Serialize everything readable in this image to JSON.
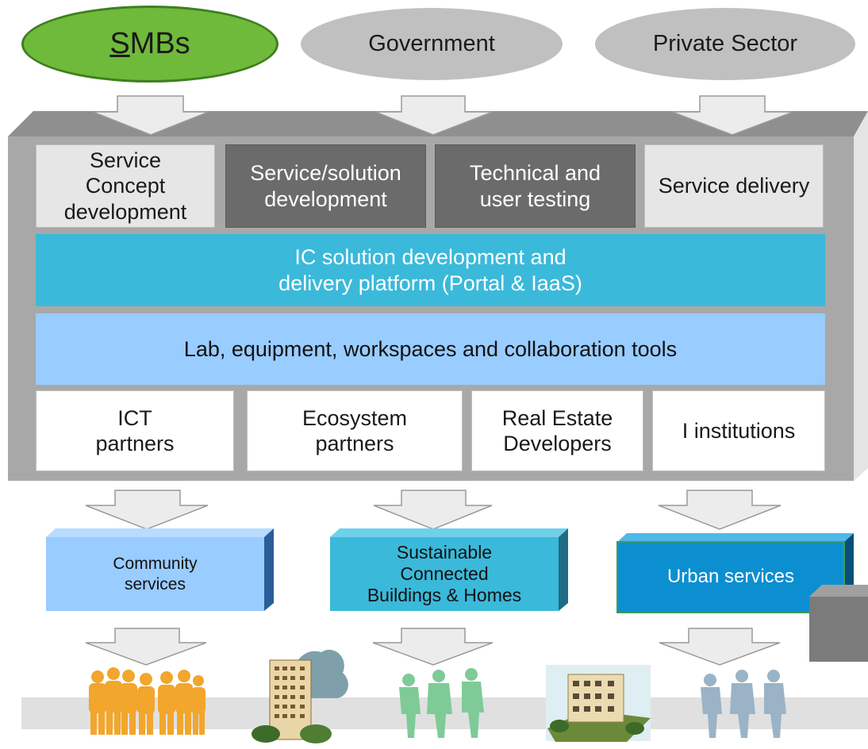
{
  "stakeholders": [
    {
      "first_letter": "S",
      "rest": "MBs"
    },
    {
      "label": "Government"
    },
    {
      "label": "Private Sector"
    }
  ],
  "process_steps": [
    "Service\nConcept\ndevelopment",
    "Service/solution\ndevelopment",
    "Technical and\nuser testing",
    "Service delivery"
  ],
  "platform": "IC solution development and\ndelivery platform (Portal & IaaS)",
  "lab": "Lab, equipment, workspaces and collaboration tools",
  "partners": [
    "ICT\npartners",
    "Ecosystem\npartners",
    "Real Estate\nDevelopers",
    "I institutions"
  ],
  "outcomes": [
    "Community\nservices",
    "Sustainable\nConnected\nBuildings & Homes",
    "Urban services"
  ],
  "colors": {
    "green": "#6fba3a",
    "grey": "#c0c0c0",
    "teal": "#3bb9da",
    "light_blue": "#99ccff",
    "deep_blue": "#0c8fd0",
    "people_orange": "#f2a62b",
    "people_green": "#7ecb98",
    "people_blue": "#9ab3c6"
  }
}
